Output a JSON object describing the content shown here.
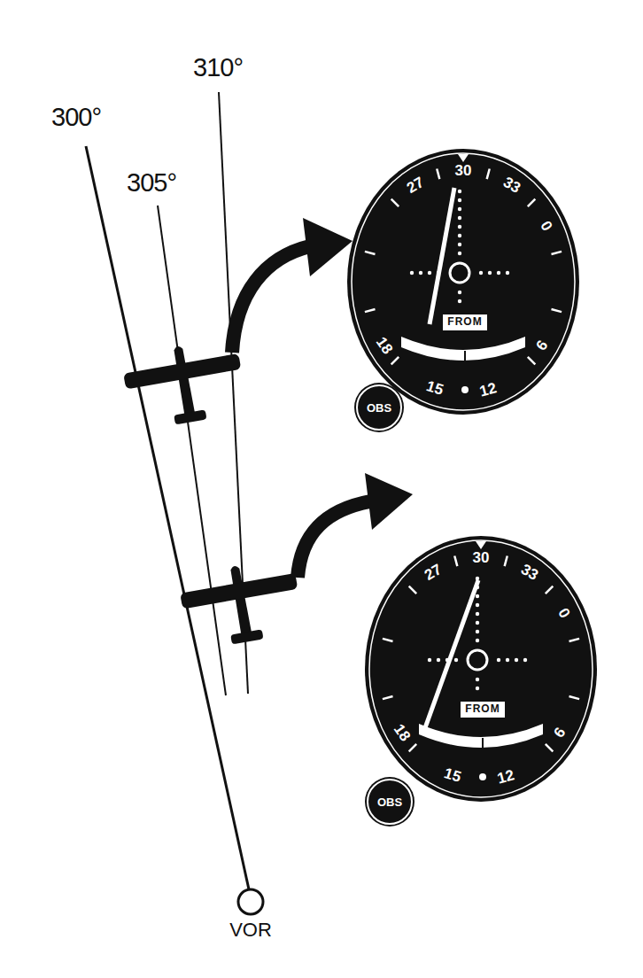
{
  "diagram": {
    "nodes": [
      {
        "text": [
          "FROM"
        ]
      },
      {
        "text": [
          "OBS"
        ]
      },
      {
        "text": [
          "FROM"
        ]
      },
      {
        "text": [
          "OBS"
        ]
      },
      {
        "text": [
          "VOR"
        ]
      }
    ],
    "labels": [
      "310°",
      "300°",
      "305°",
      "27",
      "30",
      "33",
      "0",
      "18",
      "15",
      "12",
      "6",
      "27",
      "30",
      "33",
      "0",
      "18",
      "15",
      "12",
      "6"
    ]
  }
}
